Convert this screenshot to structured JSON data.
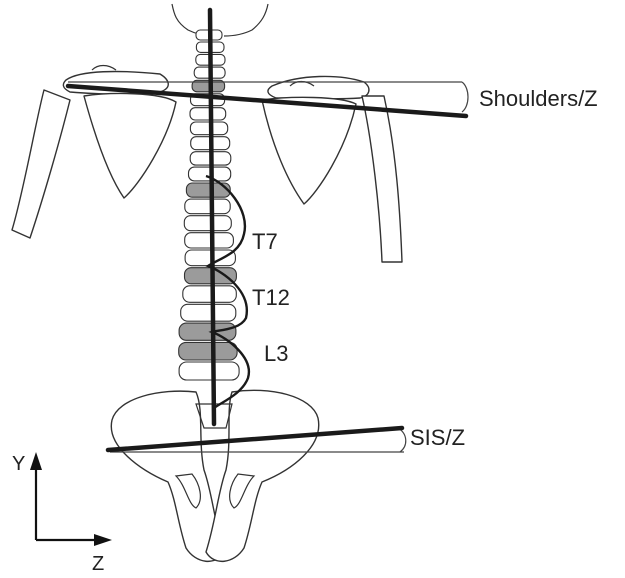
{
  "labels": {
    "shoulders": "Shoulders/Z",
    "t7": "T7",
    "t12": "T12",
    "l3": "L3",
    "sis": "SIS/Z",
    "axis_y": "Y",
    "axis_z": "Z"
  }
}
